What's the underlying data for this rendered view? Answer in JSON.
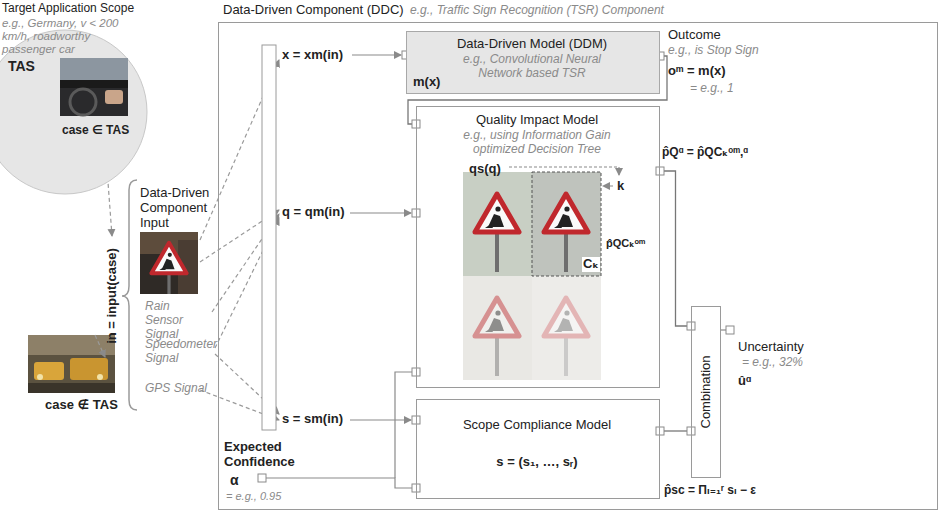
{
  "diagram": {
    "nodes": [
      {
        "text": [
          "Target Application Scope",
          "e.g., Germany, v < 200 km/h, roadworthy passenger car",
          "TAS",
          "case ∈ TAS"
        ]
      },
      {
        "text": [
          "Data-Driven Component (DDC)",
          "e.g., Traffic Sign Recognition (TSR) Component"
        ]
      },
      {
        "text": [
          "Data-Driven Model (DDM)",
          "e.g., Convolutional Neural Network based TSR",
          "m(x)"
        ],
        "in": 1
      },
      {
        "text": [
          "Quality Impact Model",
          "e.g., using Information Gain optimized Decision Tree",
          "qs(q)",
          "k",
          "Cₖ",
          "p̂QCₖᵒᵐ"
        ],
        "in": 1
      },
      {
        "text": [
          "Scope Compliance Model",
          "s = (s₁, …, sᵣ)"
        ],
        "in": 1
      },
      {
        "text": [
          "Combination"
        ],
        "in": 1
      }
    ],
    "edges": [
      {
        "from": 2,
        "to": 3,
        "arrow": "none"
      },
      {
        "from": 3,
        "to": 5,
        "arrow": "none"
      },
      {
        "from": 4,
        "to": 5,
        "arrow": "none"
      }
    ],
    "labels": [
      "Outcome",
      "e.g., is Stop Sign",
      "oᵐ = m(x)",
      "= e.g., 1",
      "x = xm(in)",
      "q = qm(in)",
      "s = sm(in)",
      "Data-Driven Component Input",
      "Rain Sensor Signal",
      "Speedometer Signal",
      "GPS Signal",
      "in = input(case)",
      "case ∉ TAS",
      "Expected Confidence",
      "α",
      "= e.g., 0.95",
      "p̂Qᵅ = p̂QCₖᵒᵐ,ᵅ",
      "Uncertainty",
      "= e.g., 32%",
      "ûᵅ",
      "p̂sc = Πₗ₌₁ʳ sₗ − ε"
    ]
  }
}
